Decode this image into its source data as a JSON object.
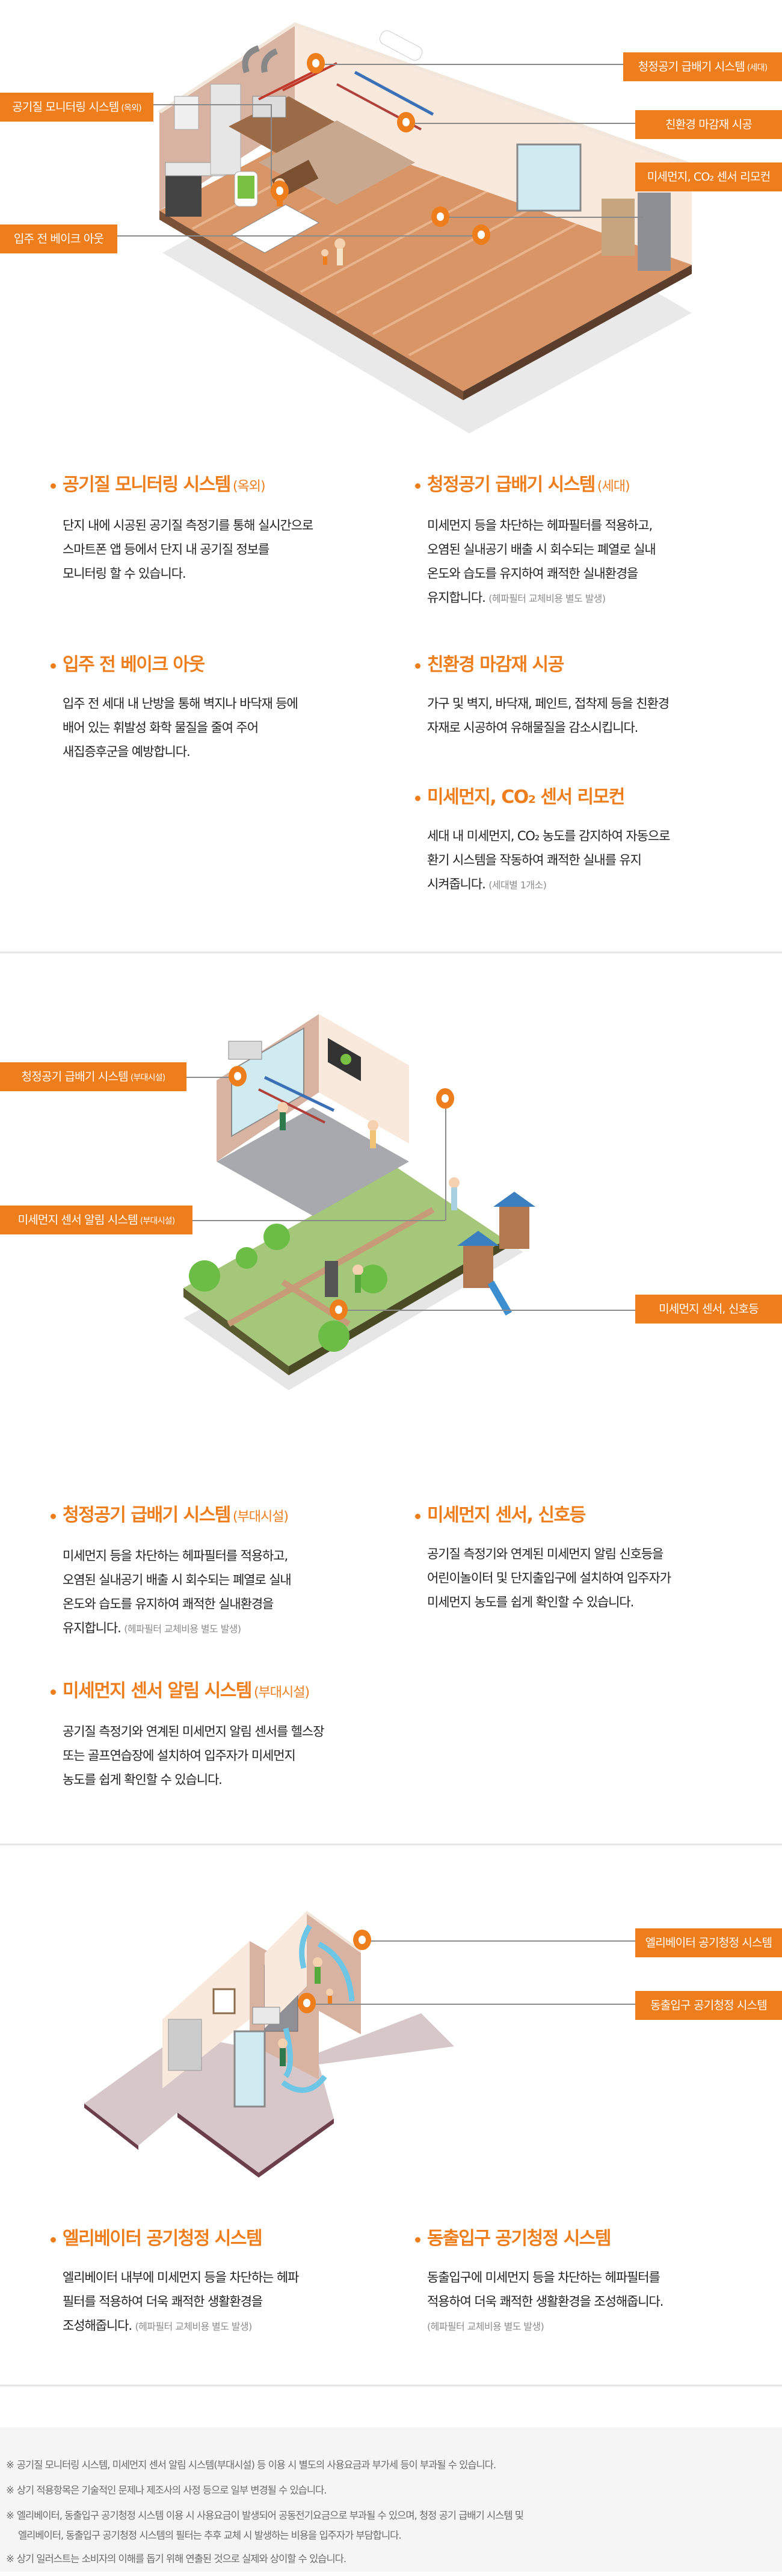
{
  "colors": {
    "accent": "#ee7d1c",
    "divider": "#e6e6e6",
    "note_bg": "#f5f5f5",
    "note_text": "#6a6a6a",
    "muted": "#8c8c8c"
  },
  "section1": {
    "callouts": {
      "air_monitor": {
        "label": "공기질 모니터링 시스템",
        "sub": "(옥외)"
      },
      "bake_out": {
        "label": "입주 전 베이크 아웃"
      },
      "ventilation": {
        "label": "청정공기 급배기 시스템",
        "sub": "(세대)"
      },
      "eco_finish": {
        "label": "친환경 마감재 시공"
      },
      "sensor_remote": {
        "label": "미세먼지, CO₂ 센서 리모컨"
      }
    },
    "features": [
      {
        "title": "공기질 모니터링 시스템",
        "sub": "(옥외)",
        "body": "단지 내에 시공된 공기질 측정기를 통해 실시간으로\n스마트폰 앱 등에서 단지 내 공기질 정보를\n모니터링 할 수 있습니다.",
        "note": ""
      },
      {
        "title": "입주 전 베이크 아웃",
        "sub": "",
        "body": "입주 전 세대 내 난방을 통해 벽지나 바닥재 등에\n배어 있는 휘발성 화학 물질을 줄여 주어\n새집증후군을 예방합니다.",
        "note": ""
      },
      {
        "title": "청정공기 급배기 시스템",
        "sub": "(세대)",
        "body": "미세먼지 등을 차단하는 헤파필터를 적용하고,\n오염된 실내공기 배출 시 회수되는 폐열로 실내\n온도와 습도를 유지하여 쾌적한 실내환경을\n유지합니다. ",
        "note": "(헤파필터 교체비용 별도 발생)"
      },
      {
        "title": "친환경 마감재 시공",
        "sub": "",
        "body": "가구 및 벽지, 바닥재, 페인트, 접착제 등을 친환경\n자재로 시공하여 유해물질을 감소시킵니다.",
        "note": ""
      },
      {
        "title": "미세먼지, CO₂ 센서 리모컨",
        "sub": "",
        "body": "세대 내 미세먼지, CO₂ 농도를 감지하여 자동으로\n환기 시스템을 작동하여 쾌적한 실내를 유지\n시켜줍니다. ",
        "note": "(세대별 1개소)"
      }
    ]
  },
  "section2": {
    "callouts": {
      "ventilation": {
        "label": "청정공기 급배기 시스템",
        "sub": "(부대시설)"
      },
      "alarm": {
        "label": "미세먼지 센서 알림 시스템",
        "sub": "(부대시설)"
      },
      "signal": {
        "label": "미세먼지 센서, 신호등"
      }
    },
    "features": [
      {
        "title": "청정공기 급배기 시스템",
        "sub": "(부대시설)",
        "body": "미세먼지 등을 차단하는 헤파필터를 적용하고,\n오염된 실내공기 배출 시 회수되는 폐열로 실내\n온도와 습도를 유지하여 쾌적한 실내환경을\n유지합니다. ",
        "note": "(헤파필터 교체비용 별도 발생)"
      },
      {
        "title": "미세먼지 센서 알림 시스템",
        "sub": "(부대시설)",
        "body": "공기질 측정기와 연계된 미세먼지 알림 센서를 헬스장\n또는 골프연습장에 설치하여 입주자가 미세먼지\n농도를 쉽게 확인할 수 있습니다.",
        "note": ""
      },
      {
        "title": "미세먼지 센서, 신호등",
        "sub": "",
        "body": "공기질 측정기와 연계된 미세먼지 알림 신호등을\n어린이놀이터 및 단지출입구에 설치하여 입주자가\n미세먼지 농도를 쉽게 확인할 수 있습니다.",
        "note": ""
      }
    ]
  },
  "section3": {
    "callouts": {
      "elevator": {
        "label": "엘리베이터 공기청정 시스템"
      },
      "entrance": {
        "label": "동출입구 공기청정 시스템"
      }
    },
    "features": [
      {
        "title": "엘리베이터 공기청정 시스템",
        "sub": "",
        "body": "엘리베이터 내부에 미세먼지 등을 차단하는 헤파\n필터를 적용하여 더욱 쾌적한 생활환경을\n조성해줍니다. ",
        "note": "(헤파필터 교체비용 별도 발생)"
      },
      {
        "title": "동출입구 공기청정 시스템",
        "sub": "",
        "body": "동출입구에 미세먼지 등을 차단하는 헤파필터를\n적용하여 더욱 쾌적한 생활환경을 조성해줍니다.\n",
        "note": "(헤파필터 교체비용 별도 발생)"
      }
    ]
  },
  "notes": {
    "mark": "※",
    "items": [
      "공기질 모니터링 시스템, 미세먼지 센서 알림 시스템(부대시설) 등 이용 시 별도의 사용요금과 부가세 등이 부과될 수 있습니다.",
      "상기 적용항목은 기술적인 문제나 제조사의 사정 등으로 일부 변경될 수 있습니다.",
      "엘리베이터, 동출입구 공기청정 시스템 이용 시 사용요금이 발생되어 공동전기요금으로 부과될 수 있으며, 청정 공기 급배기 시스템 및",
      "상기 일러스트는 소비자의 이해를 돕기 위해 연출된 것으로 실제와 상이할 수 있습니다."
    ],
    "item3_cont": "엘리베이터, 동출입구 공기청정 시스템의 필터는 추후 교체 시 발생하는 비용을 입주자가 부담합니다."
  }
}
